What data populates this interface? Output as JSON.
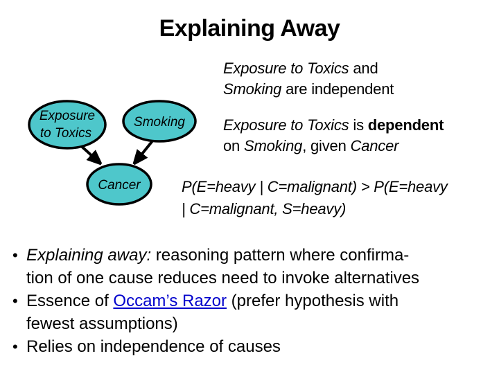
{
  "slide": {
    "title": "Explaining Away",
    "bullet_char": "•"
  },
  "colors": {
    "node_fill": "#4EC7CB",
    "node_stroke": "#000000",
    "link_blue": "#0000CC",
    "text": "#000000"
  },
  "diagram": {
    "nodes": {
      "exposure": {
        "line1": "Exposure",
        "line2": "to Toxics"
      },
      "smoking": {
        "label": "Smoking"
      },
      "cancer": {
        "label": "Cancer"
      }
    },
    "edges": [
      {
        "from": "exposure-to-toxics",
        "to": "cancer"
      },
      {
        "from": "smoking",
        "to": "cancer"
      }
    ]
  },
  "claims": {
    "independent": {
      "italic_a": "Exposure to Toxics",
      "plain_a": " and",
      "italic_b": "Smoking",
      "plain_b": " are independent"
    },
    "dependent": {
      "italic_a": "Exposure to Toxics",
      "plain_a": " is ",
      "bold_a": "dependent",
      "plain_b": "on ",
      "italic_b": "Smoking",
      "plain_c": ", given ",
      "italic_c": "Cancer"
    },
    "formula": {
      "line1": "P(E=heavy | C=malignant) > P(E=heavy",
      "line2": "| C=malignant, S=heavy)"
    }
  },
  "bullets": {
    "item1": {
      "italic_lead": "Explaining away:",
      "rest_line1": " reasoning pattern where confirma-",
      "line2": "tion of one cause reduces need to invoke alternatives"
    },
    "item2": {
      "lead": "Essence of ",
      "link": "Occam’s Razor",
      "rest_line1": " (prefer hypothesis with",
      "line2": "fewest assumptions)"
    },
    "item3": {
      "text": "Relies on independence of causes"
    }
  }
}
